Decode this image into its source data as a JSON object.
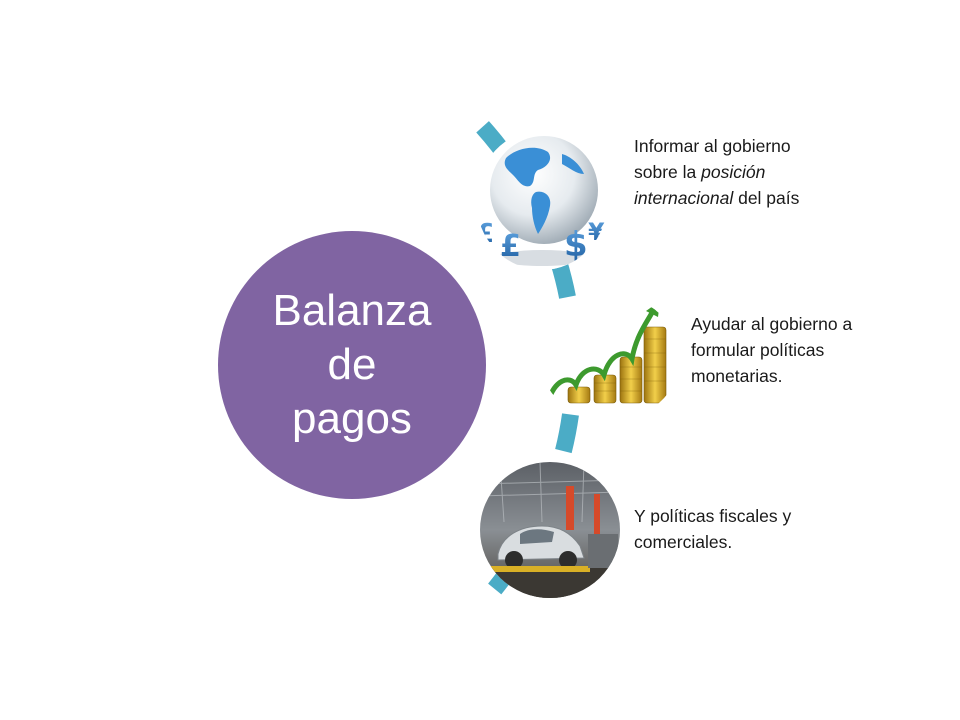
{
  "colors": {
    "hub": "#8064A2",
    "arc": "#4BACC6",
    "text": "#1a1a1a"
  },
  "center": {
    "label_lines": [
      "Balanza",
      "de",
      "pagos"
    ]
  },
  "items": [
    {
      "image": "globe-with-currency-icons",
      "caption": {
        "part1": "Informar al gobierno sobre la ",
        "italic": "posición internacional",
        "part2": " del país"
      }
    },
    {
      "image": "rising-coin-stacks-chart",
      "caption": {
        "text": "Ayudar al gobierno a formular políticas monetarias."
      }
    },
    {
      "image": "car-assembly-line-photo",
      "caption": {
        "text": "Y políticas fiscales y comerciales."
      }
    }
  ]
}
